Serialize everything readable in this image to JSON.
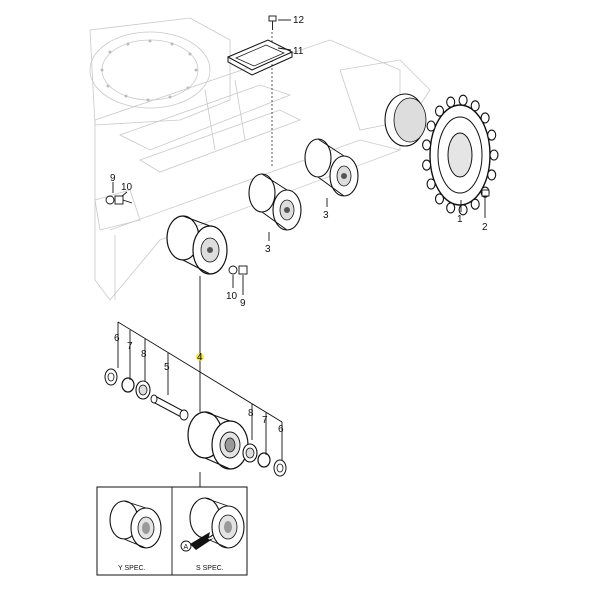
{
  "callouts": {
    "c1": "1",
    "c2": "2",
    "c3a": "3",
    "c3b": "3",
    "c4": "4",
    "c5": "5",
    "c6a": "6",
    "c6b": "6",
    "c7a": "7",
    "c7b": "7",
    "c8a": "8",
    "c8b": "8",
    "c9a": "9",
    "c9b": "9",
    "c10a": "10",
    "c10b": "10",
    "c11": "11",
    "c12": "12"
  },
  "inset": {
    "left_caption": "Y SPEC.",
    "right_caption": "S SPEC.",
    "marker": "A"
  },
  "colors": {
    "ink": "#111111",
    "faint": "#c9c9c9",
    "highlight": "#f2e600"
  }
}
